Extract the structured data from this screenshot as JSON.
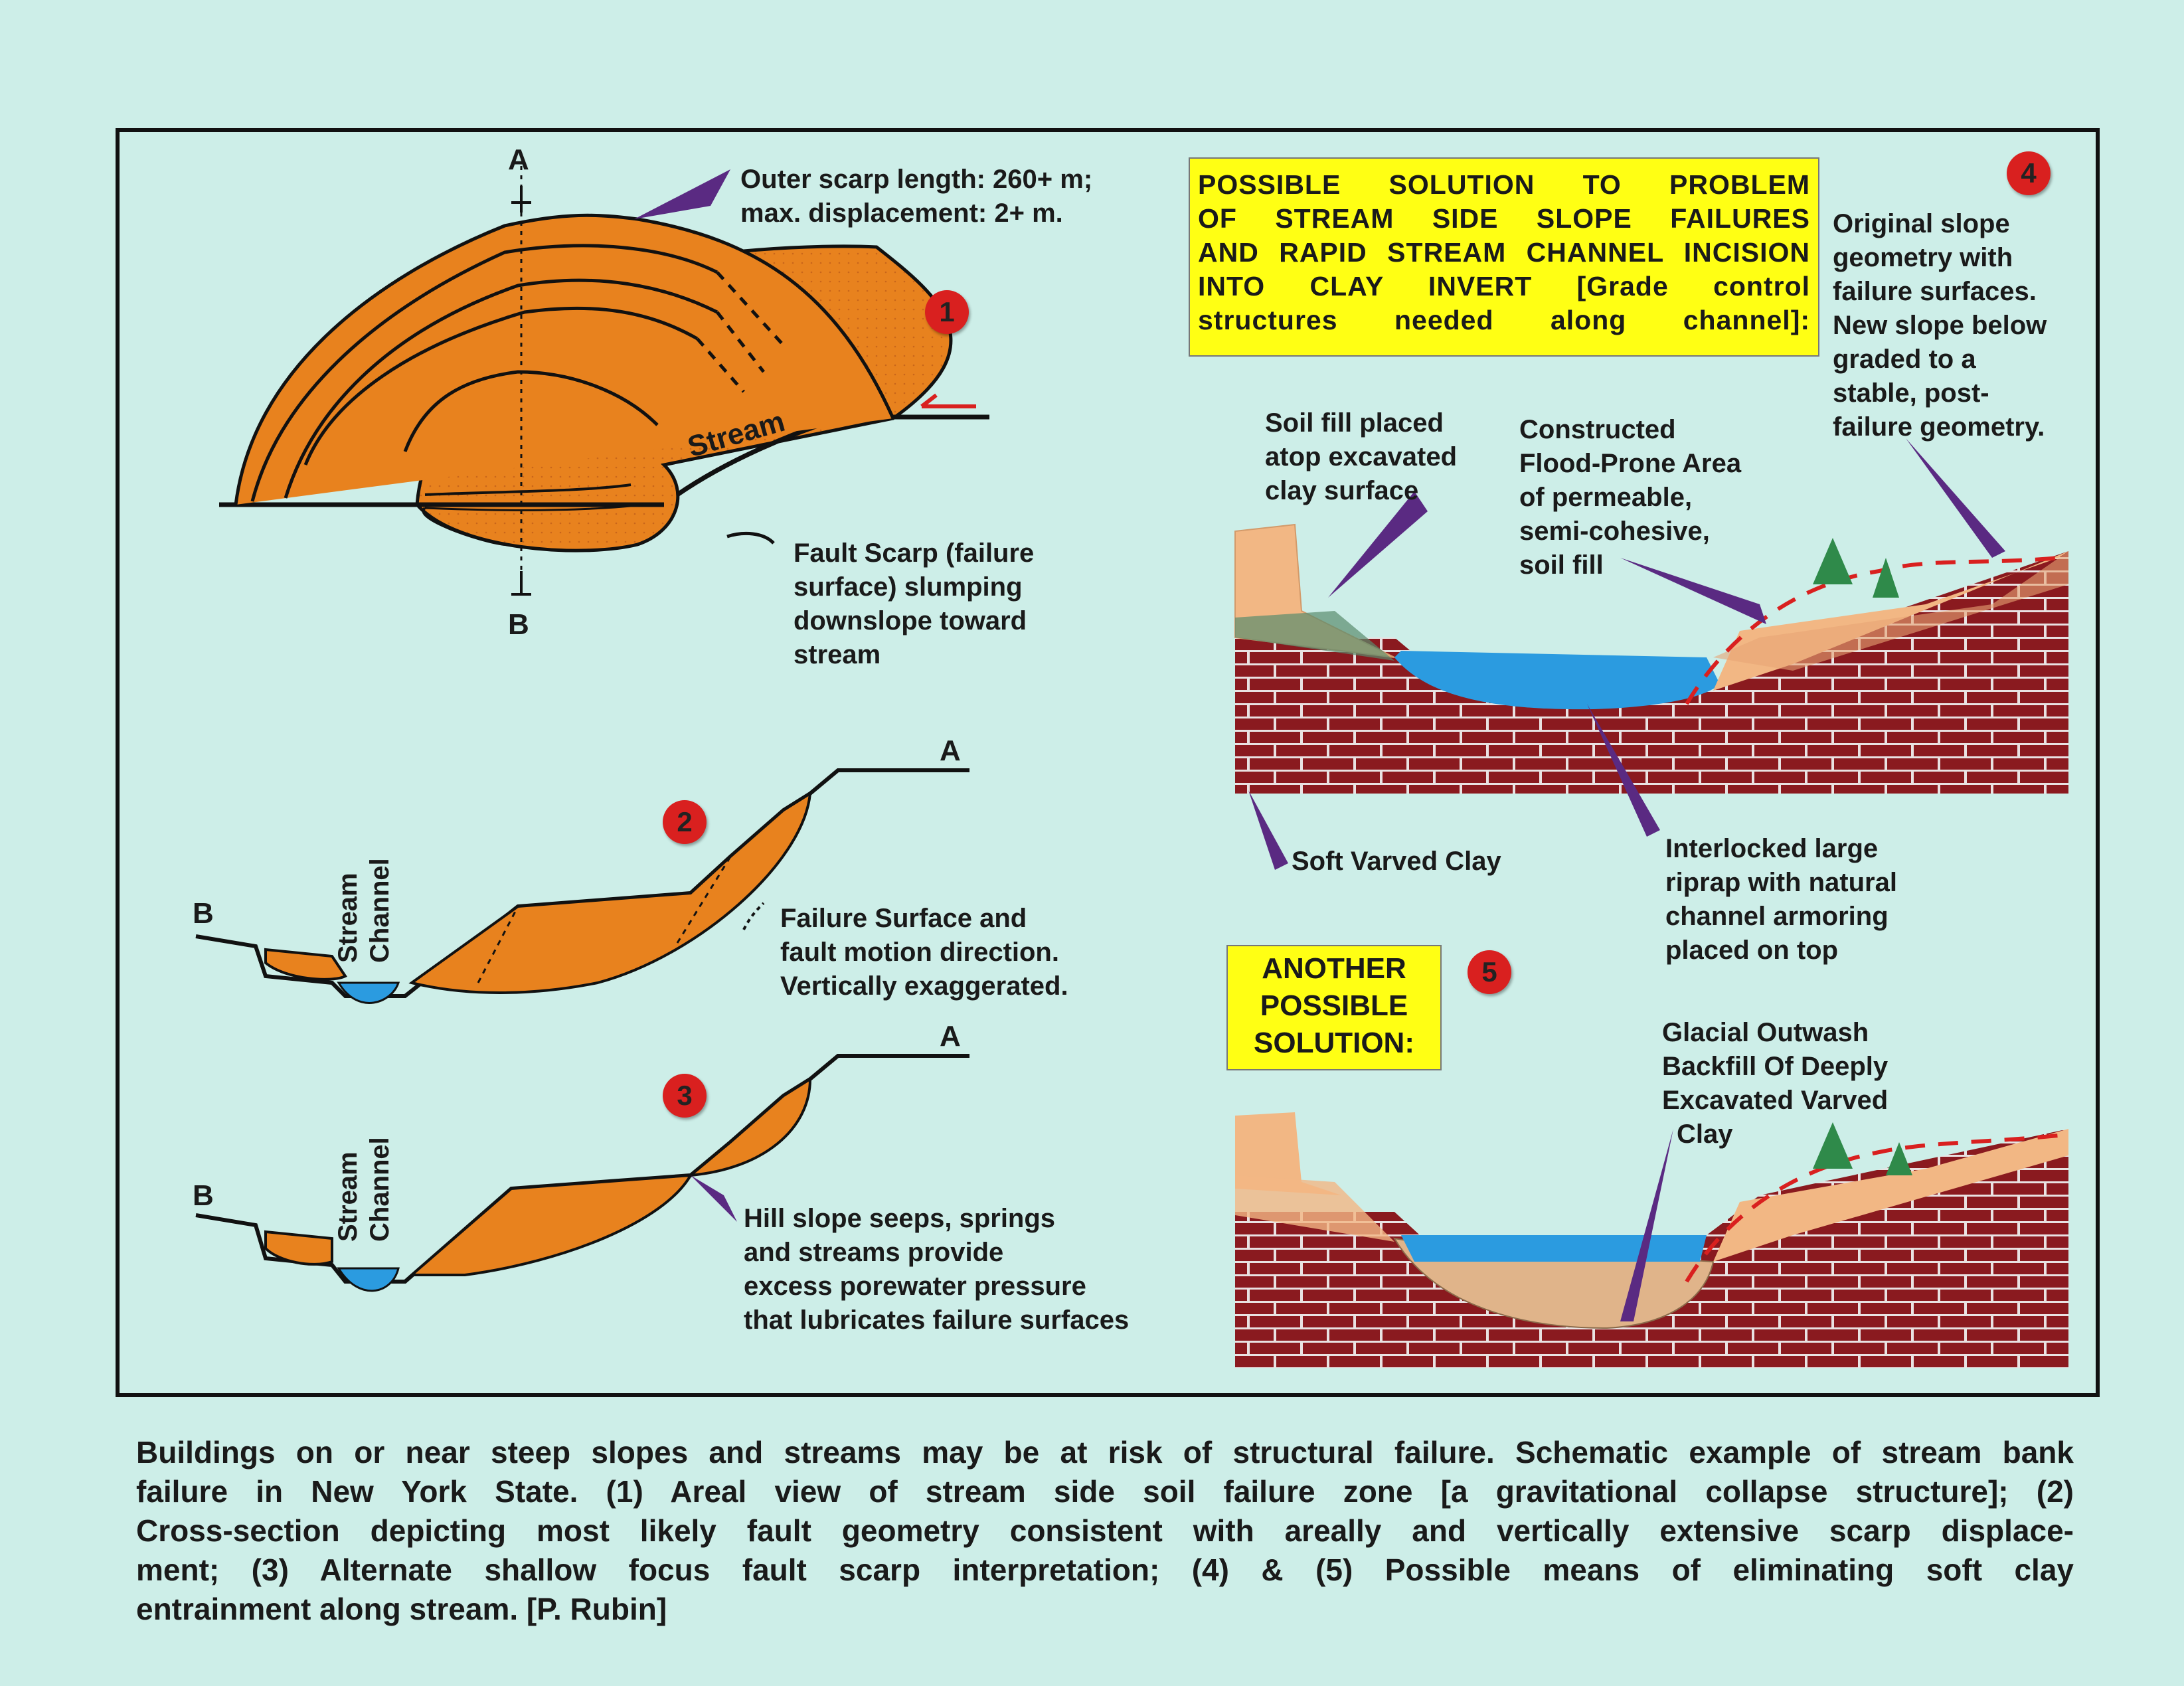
{
  "section_labels": {
    "a_top": "A",
    "b_bottom": "B",
    "a_2": "A",
    "b_2": "B",
    "a_3": "A",
    "b_3": "B"
  },
  "badges": [
    "1",
    "2",
    "3",
    "4",
    "5"
  ],
  "stream_label": "Stream",
  "stream_channel": [
    "Stream",
    "Channel"
  ],
  "scarp_note": [
    "Outer scarp length: 260+ m;",
    "max. displacement: 2+ m."
  ],
  "fault_scarp_legend": [
    "Fault Scarp (failure",
    "surface) slumping",
    "downslope toward",
    "stream"
  ],
  "failure_surface_legend": [
    "Failure Surface and",
    "fault motion direction.",
    "Vertically exaggerated."
  ],
  "seeps_note": [
    "Hill slope seeps, springs",
    "and streams provide",
    "excess porewater pressure",
    "that lubricates failure surfaces"
  ],
  "solution_box": [
    "POSSIBLE SOLUTION TO PROBLEM",
    "OF STREAM SIDE SLOPE FAILURES",
    "AND RAPID STREAM CHANNEL INCISION",
    "INTO CLAY INVERT    [Grade control",
    "structures needed along channel]:"
  ],
  "original_slope_note": [
    "Original slope",
    "geometry with",
    "failure surfaces.",
    "New slope below",
    "graded to a",
    "stable, post-",
    "failure geometry."
  ],
  "soil_fill_note": [
    "Soil fill placed",
    "atop excavated",
    "clay surface"
  ],
  "flood_prone_note": [
    "Constructed",
    "Flood-Prone Area",
    "of permeable,",
    "semi-cohesive,",
    "soil fill"
  ],
  "soft_clay_label": "Soft Varved Clay",
  "riprap_note": [
    "Interlocked large",
    "riprap with natural",
    "channel armoring",
    "placed on top"
  ],
  "another_box": [
    "ANOTHER",
    "POSSIBLE",
    "SOLUTION:"
  ],
  "outwash_note": [
    "Glacial Outwash",
    "Backfill Of Deeply",
    "Excavated Varved",
    "Clay"
  ],
  "caption": [
    "Buildings on or near steep slopes and streams may be at risk of structural failure.  Schematic example of stream bank",
    "failure in New York State.  (1) Areal view of stream side soil failure zone [a gravitational collapse structure]; (2)",
    "Cross-section depicting most likely fault geometry consistent with areally and vertically extensive scarp displace-",
    "ment; (3) Alternate shallow focus fault scarp interpretation; (4) & (5) Possible means of eliminating soft clay",
    "entrainment along stream.     [P. Rubin]"
  ],
  "colors": {
    "background": "#cdeee8",
    "slump": "#e8821e",
    "water": "#2b9be0",
    "brick": "#8a1a1f",
    "highlight": "#ffff14",
    "badge": "#d9201f",
    "fill_soil": "#f2b784",
    "pointer": "#5a2a82"
  }
}
